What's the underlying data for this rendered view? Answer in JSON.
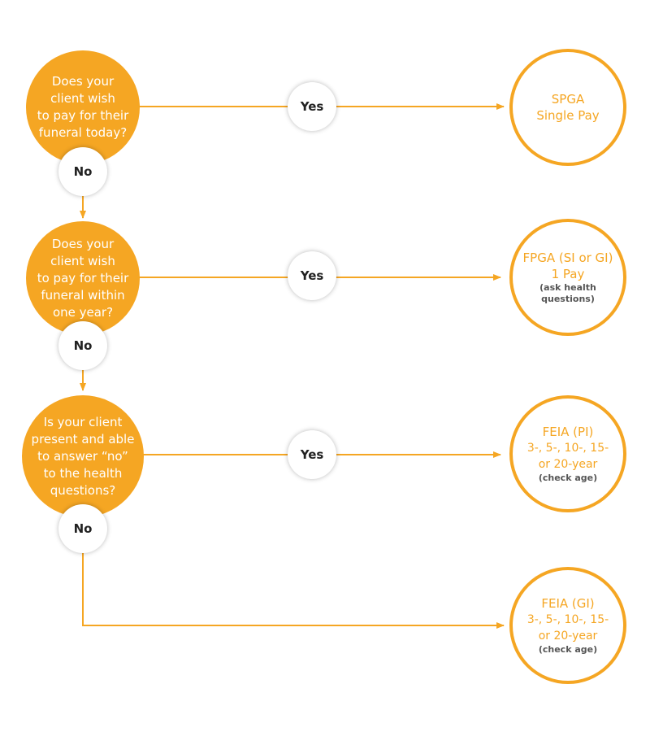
{
  "colors": {
    "accent": "#f5a623",
    "pill_bg": "#ffffff",
    "text_dark": "#222222"
  },
  "questions": [
    {
      "lines": [
        "Does your",
        "client wish",
        "to pay for their",
        "funeral today?"
      ]
    },
    {
      "lines": [
        "Does your",
        "client wish",
        "to pay for their",
        "funeral within",
        "one year?"
      ]
    },
    {
      "lines": [
        "Is your client",
        "present and able",
        "to answer “no”",
        "to the health",
        "questions?"
      ]
    }
  ],
  "labels": {
    "yes": "Yes",
    "no": "No"
  },
  "outcomes": [
    {
      "title": "SPGA",
      "line2": "Single Pay",
      "note": ""
    },
    {
      "title": "FPGA (SI or GI)",
      "line2": "1 Pay",
      "note": "(ask health questions)"
    },
    {
      "title": "FEIA (PI)",
      "line2": "3-, 5-, 10-, 15-",
      "line3": "or 20-year",
      "note": "(check age)"
    },
    {
      "title": "FEIA (GI)",
      "line2": "3-, 5-, 10-, 15-",
      "line3": "or 20-year",
      "note": "(check age)"
    }
  ]
}
